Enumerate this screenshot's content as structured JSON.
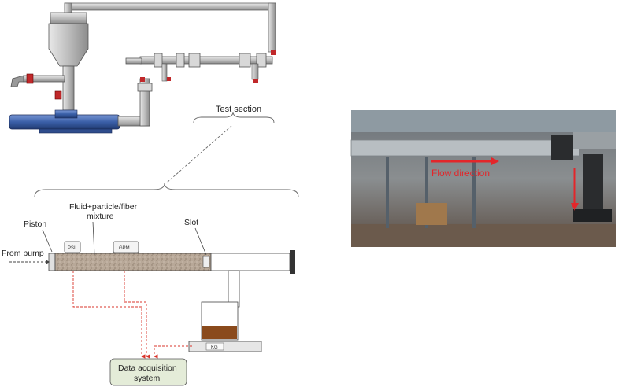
{
  "labels": {
    "test_section": "Test section",
    "fluid_mixture_line1": "Fluid+particle/fiber",
    "fluid_mixture_line2": "mixture",
    "piston": "Piston",
    "slot": "Slot",
    "from_pump": "From pump",
    "psi": "PSI",
    "gpm": "GPM",
    "kg": "KG",
    "daq_line1": "Data acquisition",
    "daq_line2": "system",
    "flow_direction": "Flow direction"
  },
  "colors": {
    "pipe_gray": "#c8c8c8",
    "pipe_outline": "#555555",
    "pump_blue": "#3a5fa8",
    "valve_red": "#c0282a",
    "sensor_line_red": "#d9342b",
    "sand_fill": "#b8a898",
    "sediment_brown": "#8a4a1c",
    "daq_box_fill": "#e4ecd8",
    "photo_arrow_red": "#e3262a"
  }
}
